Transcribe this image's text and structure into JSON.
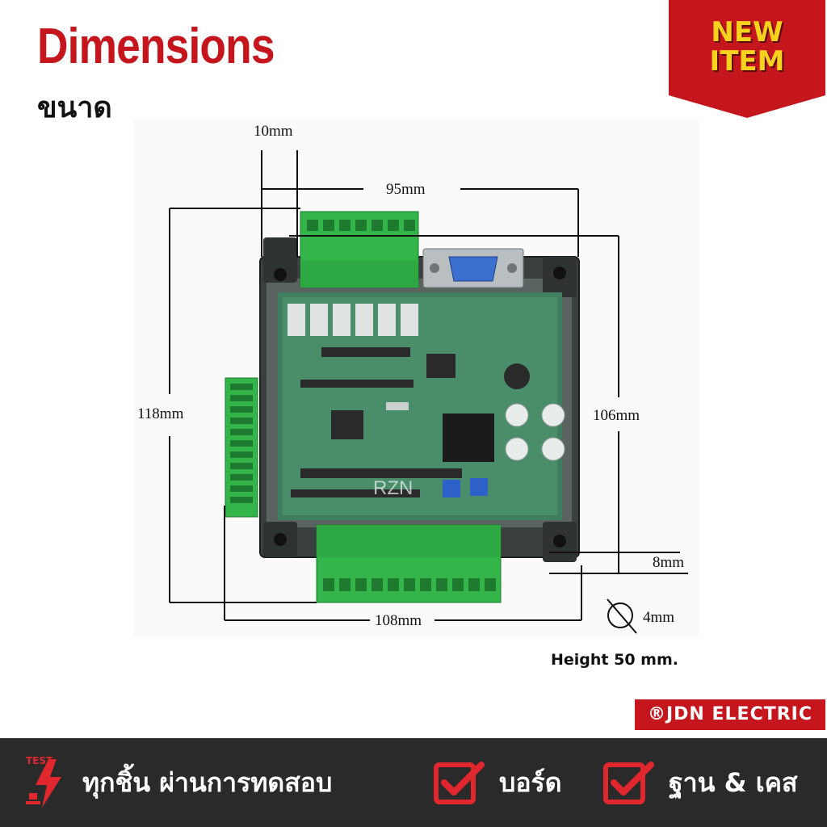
{
  "header": {
    "title": "Dimensions",
    "subtitle": "ขนาด"
  },
  "badge": {
    "line1": "NEW",
    "line2": "ITEM",
    "color": "#c4161c",
    "text_color": "#f6d21e"
  },
  "diagram": {
    "dims": {
      "top_terminal": "10mm",
      "top_width": "95mm",
      "left_height": "118mm",
      "right_height": "106mm",
      "bottom_offset": "8mm",
      "bottom_width": "108mm",
      "hole": "4mm"
    },
    "watermark": "RZN",
    "height_note": "Height 50 mm."
  },
  "brand": {
    "text": "®JDN ELECTRIC",
    "color": "#c4161c"
  },
  "footer": {
    "test_icon_label": "TEST",
    "items": [
      {
        "label": "ทุกชิ้น ผ่านการทดสอบ"
      },
      {
        "label": "บอร์ด"
      },
      {
        "label": "ฐาน & เคส"
      }
    ],
    "accent": "#e0272d"
  }
}
